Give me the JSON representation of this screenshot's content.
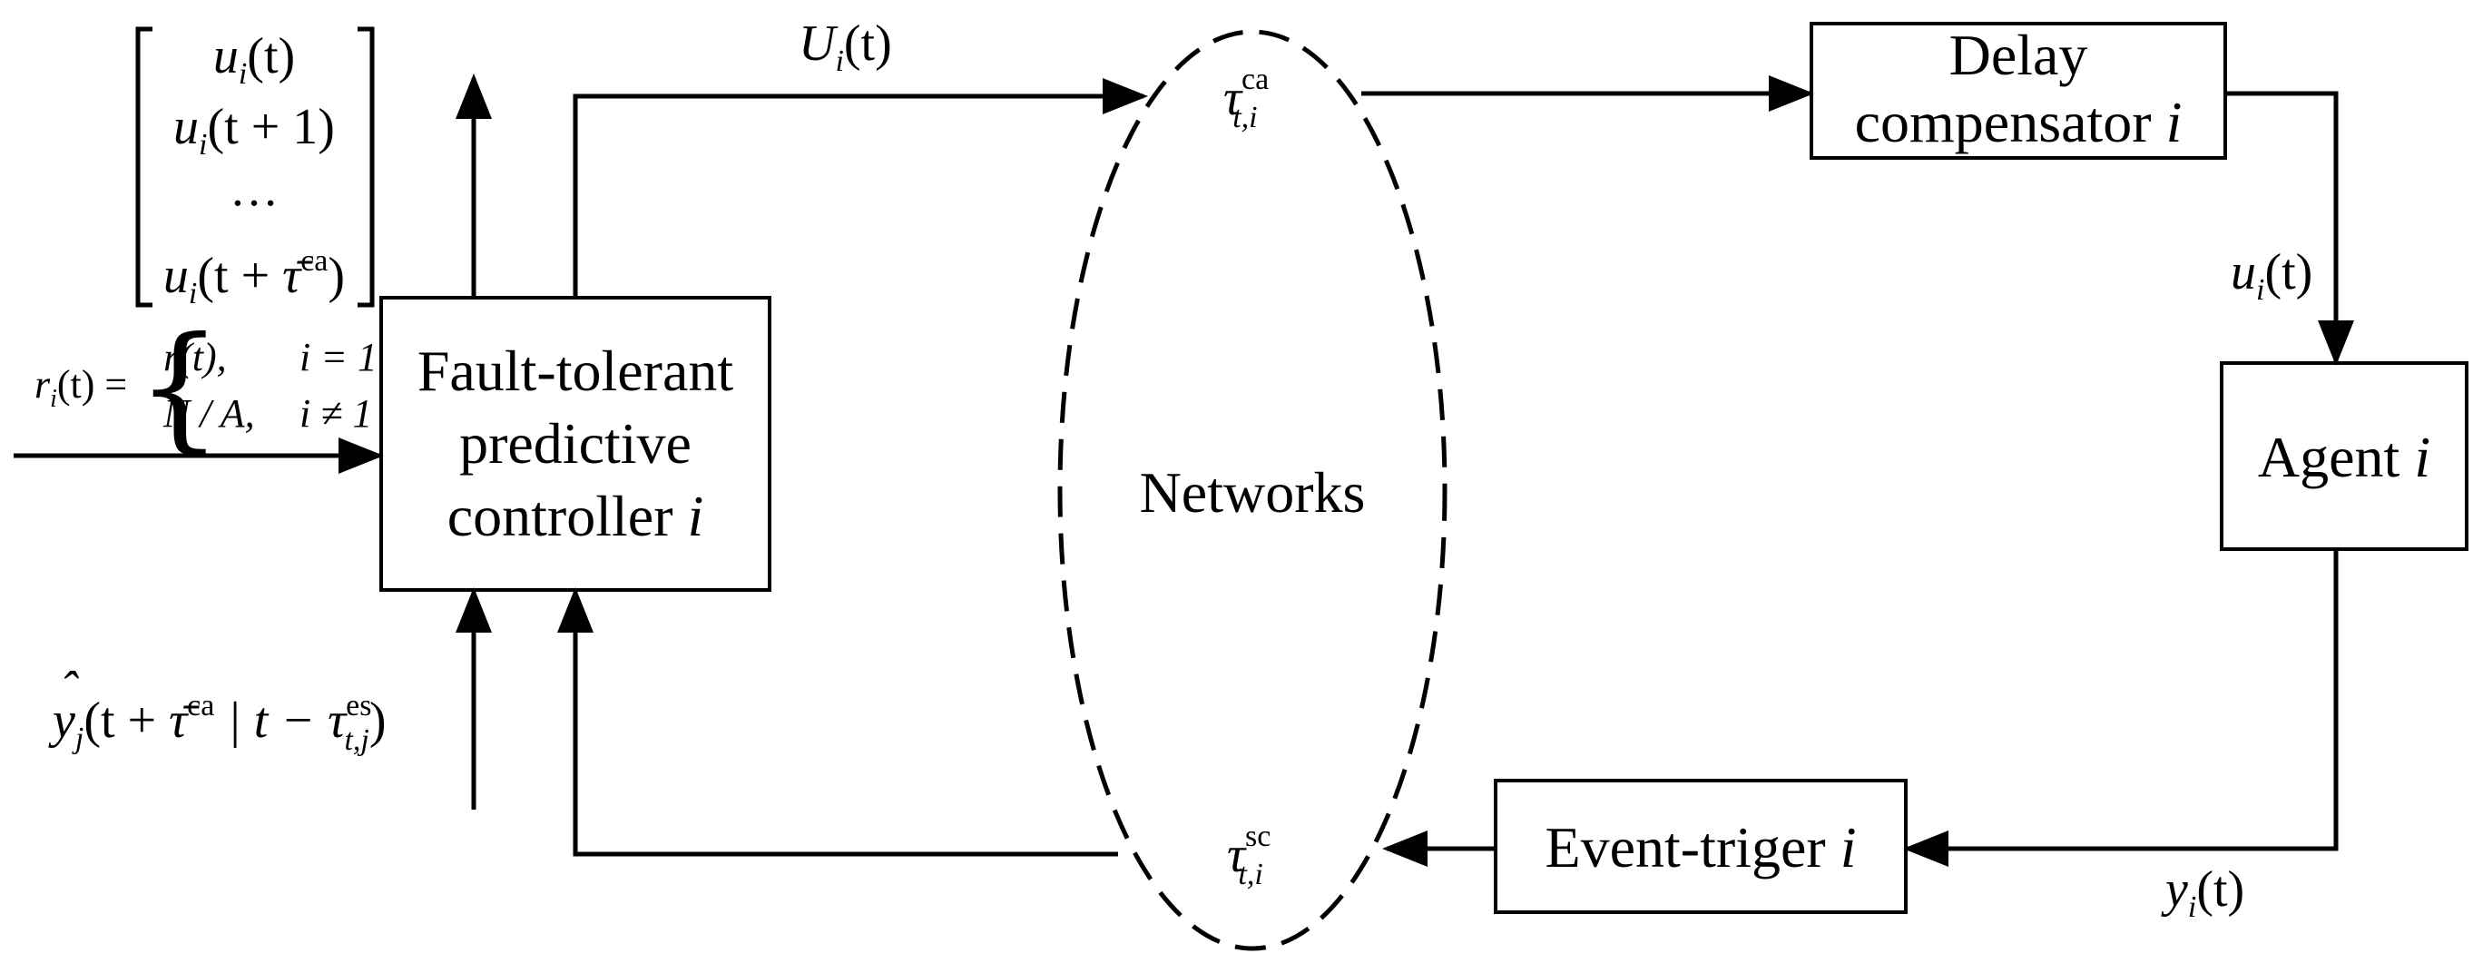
{
  "blocks": {
    "controller": [
      "Fault-tolerant",
      "predictive",
      "controller "
    ],
    "controller_index": "i",
    "delay": [
      "Delay",
      "compensator "
    ],
    "delay_index": "i",
    "agent": "Agent ",
    "agent_index": "i",
    "event": "Event-triger ",
    "event_index": "i",
    "networks": "Networks"
  },
  "signals": {
    "U_sym": "U",
    "u_sym": "u",
    "y_sym": "y",
    "i": "i",
    "j": "j",
    "arg_t": "(t)",
    "vector_rows": [
      "(t)",
      "(t + 1)",
      "(t + ",
      ")"
    ],
    "dots": "…",
    "tau": "τ",
    "tau_bar": "τ̄",
    "ca": "ca",
    "sc": "sc",
    "es": "es",
    "ti_sub": "t,i",
    "tj_sub": "t,j",
    "r_i": "r",
    "r_eq": "(t) =",
    "r_case1": "r(t),",
    "r_cond1": "i = 1",
    "r_case2": "N / A,",
    "r_cond2": "i ≠ 1",
    "yhat_open": "(t + ",
    "yhat_mid": " | t − ",
    "yhat_close": ")"
  }
}
